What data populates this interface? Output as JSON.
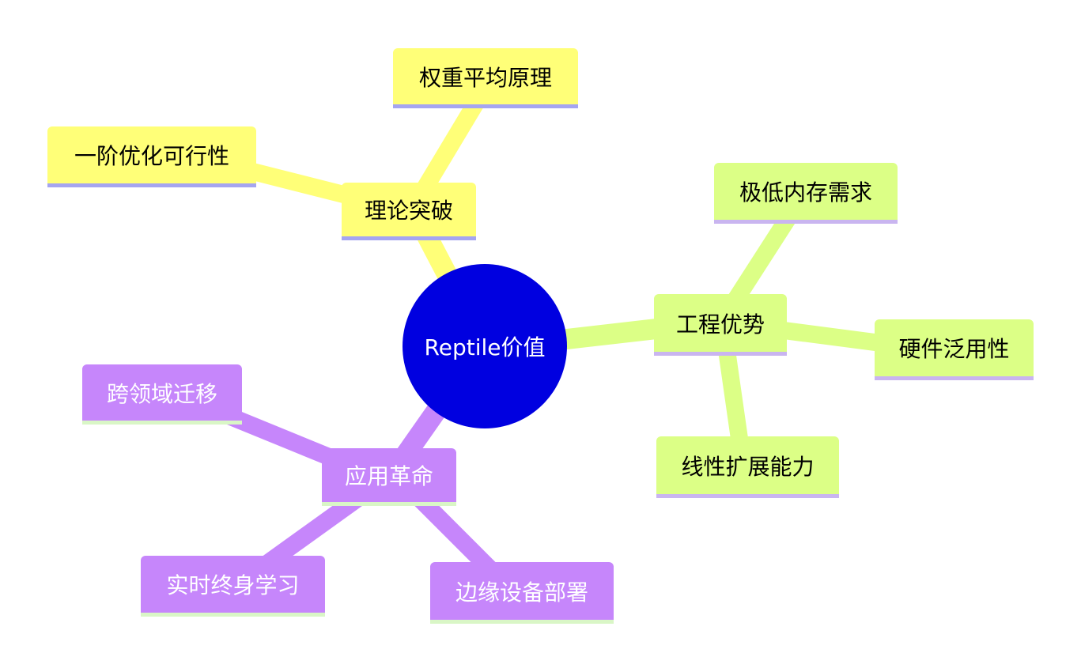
{
  "root": {
    "label": "Reptile价值",
    "color": "#0000e0"
  },
  "branches": {
    "theory": {
      "label": "理论突破",
      "color": "#ffff78",
      "children": [
        "权重平均原理",
        "一阶优化可行性"
      ]
    },
    "engineering": {
      "label": "工程优势",
      "color": "#dcff86",
      "children": [
        "极低内存需求",
        "硬件泛用性",
        "线性扩展能力"
      ]
    },
    "application": {
      "label": "应用革命",
      "color": "#c686fb",
      "children": [
        "跨领域迁移",
        "实时终身学习",
        "边缘设备部署"
      ]
    }
  }
}
